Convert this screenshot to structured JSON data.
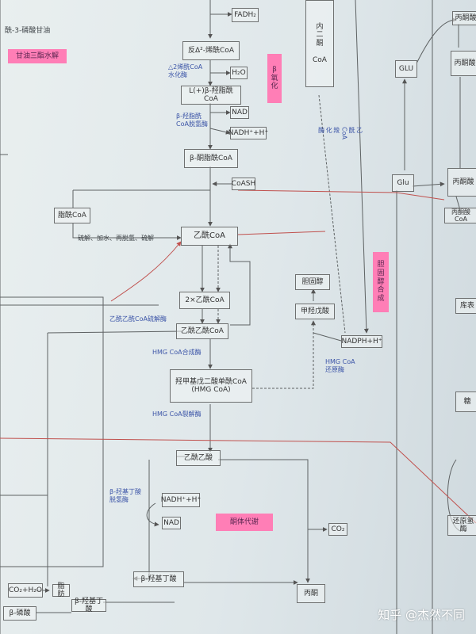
{
  "nodes": {
    "fadh2": "FADH₂",
    "fan_enoyl": "反Δ²-烯酰CoA",
    "h2o": "H₂O",
    "hydroxyacyl": "L(+)β-羟脂酰CoA",
    "nad": "NAD",
    "nadh": "NADH⁺+H⁺",
    "ketoacyl": "β-酮脂酰CoA",
    "coash": "CoASH",
    "acyl_coa": "脂酰CoA",
    "acetyl_coa": "乙酰CoA",
    "double_acetyl": "2×乙酰CoA",
    "acetoacetyl_coa": "乙酰乙酰CoA",
    "hmg_coa": "羟甲基戊二酸单酰CoA\n(HMG CoA)",
    "cholesterol": "胆固醇",
    "mevalonate": "甲羟戊酸",
    "nadph_right": "NADPH+H⁺",
    "acetoacetate": "乙酰乙酸",
    "nadh_ketone": "NADH⁺+H⁺",
    "nad_ketone": "NAD",
    "hydroxybutyrate": "β-羟基丁酸",
    "acetone": "丙酮",
    "co2": "CO₂",
    "co2_h2o": "CO₂+H₂O",
    "fatty_acid": "脂肪",
    "phospho": "β-磷酸",
    "trace": "β-羟基丁酸",
    "glyceryl_phosphate": "酰-3-磷酸甘油",
    "pyruvate_top": "丙酮酸",
    "pyruvate_mid": "丙酮酸",
    "pyruvate_low": "丙酮酸",
    "pyruvate_bottom": "丙酮酸CoA",
    "glu_top": "GLU",
    "glu_mid": "Glu",
    "right_a": "库表",
    "right_b": "糖",
    "right_c": "还原氢酶",
    "box_top_col": "内\n二\n酮\n\nCoA"
  },
  "labels": {
    "enzyme_hydratase": "△2烯酰CoA\n水化酶",
    "enzyme_dehydrogenase": "β-羟脂酰\nCoA脱氢酶",
    "enzyme_thiolase": "硫解、加水、再脱氢、硫解",
    "enzyme_thiolase2": "乙酰乙酰CoA硫解酶",
    "enzyme_hmg_synth": "HMG CoA合成酶",
    "enzyme_hmg_lyase": "HMG CoA裂解酶",
    "enzyme_hmg_reductase": "HMG CoA\n还原酶",
    "enzyme_bhb": "β-羟基丁酸\n脱氢酶",
    "side_note": "乙\n酰\nCoA\n羧\n化\n酶"
  },
  "highlights": {
    "glycerol": "甘油三酯水解",
    "beta_ox": "β\n氧\n化",
    "cholesterol_syn": "胆\n固\n醇\n合\n成",
    "ketone": "酮体代谢"
  },
  "watermark": "知乎 @杰然不同",
  "colors": {
    "ink": "#6e7070",
    "blue_ink": "#3d56a8",
    "red_ink": "#c0504d",
    "highlight": "#ff7eb6"
  }
}
